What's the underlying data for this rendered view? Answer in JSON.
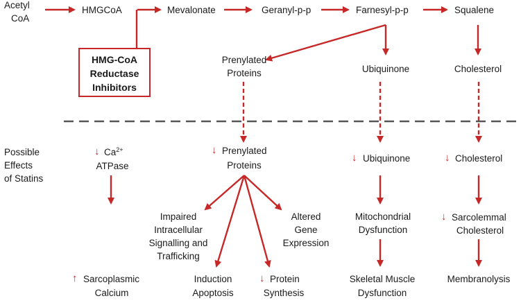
{
  "pathway": {
    "acetyl_coa": [
      "Acetyl",
      "CoA"
    ],
    "hmgcoa": "HMGCoA",
    "mevalonate": "Mevalonate",
    "geranyl": "Geranyl-p-p",
    "farnesyl": "Farnesyl-p-p",
    "squalene": "Squalene",
    "inhibitor": [
      "HMG-CoA",
      "Reductase",
      "Inhibitors"
    ],
    "prenylated": [
      "Prenylated",
      "Proteins"
    ],
    "ubiquinone": "Ubiquinone",
    "cholesterol": "Cholesterol"
  },
  "effects": {
    "label": [
      "Possible",
      "Effects",
      "of Statins"
    ],
    "ca": {
      "prefix": "Ca",
      "sup": "2+",
      "line2": "ATPase"
    },
    "prenylated": [
      "Prenylated",
      "Proteins"
    ],
    "ubiquinone": "Ubiquinone",
    "cholesterol": "Cholesterol",
    "impaired": [
      "Impaired",
      "Intracellular",
      "Signalling and",
      "Trafficking"
    ],
    "altered": [
      "Altered",
      "Gene",
      "Expression"
    ],
    "mito": [
      "Mitochondrial",
      "Dysfunction"
    ],
    "sarcolemmal": [
      "Sarcolemmal",
      "Cholesterol"
    ],
    "sarcoplasmic": [
      "Sarcoplasmic",
      "Calcium"
    ],
    "induction": [
      "Induction",
      "Apoptosis"
    ],
    "protein": [
      "Protein",
      "Synthesis"
    ],
    "skeletal": [
      "Skeletal Muscle",
      "Dysfunction"
    ],
    "membranolysis": "Membranolysis"
  },
  "icons": {
    "decrease": "down-arrow-icon",
    "increase": "up-arrow-icon"
  },
  "colors": {
    "arrow": "#c62828",
    "separator": "#555555",
    "text": "#1a1a1a"
  }
}
